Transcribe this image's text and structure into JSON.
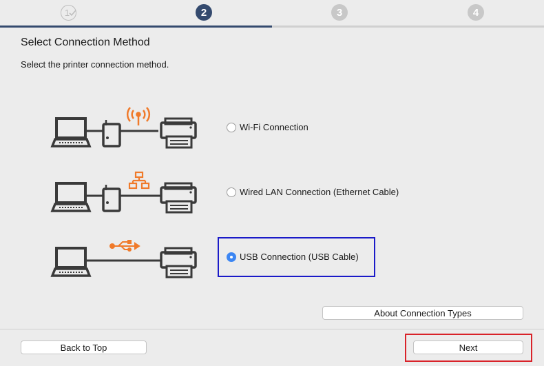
{
  "window": {
    "title": "Select Connection Method"
  },
  "steps": [
    {
      "number": "1",
      "state": "done"
    },
    {
      "number": "2",
      "state": "current"
    },
    {
      "number": "3",
      "state": "todo"
    },
    {
      "number": "4",
      "state": "todo"
    }
  ],
  "main": {
    "title": "Select Connection Method",
    "subtitle": "Select the printer connection method.",
    "options": [
      {
        "label": "Wi-Fi Connection",
        "selected": false,
        "icon": "wifi-icon"
      },
      {
        "label": "Wired LAN Connection (Ethernet Cable)",
        "selected": false,
        "icon": "network-icon"
      },
      {
        "label": "USB Connection (USB Cable)",
        "selected": true,
        "icon": "usb-icon"
      }
    ],
    "about_label": "About Connection Types"
  },
  "footer": {
    "back_label": "Back to Top",
    "next_label": "Next"
  },
  "colors": {
    "accent": "#344a6e",
    "radio_selected": "#3c86f3",
    "icon_orange": "#f07a2a",
    "highlight_blue": "#1a1ac8",
    "highlight_red": "#d9232a"
  }
}
